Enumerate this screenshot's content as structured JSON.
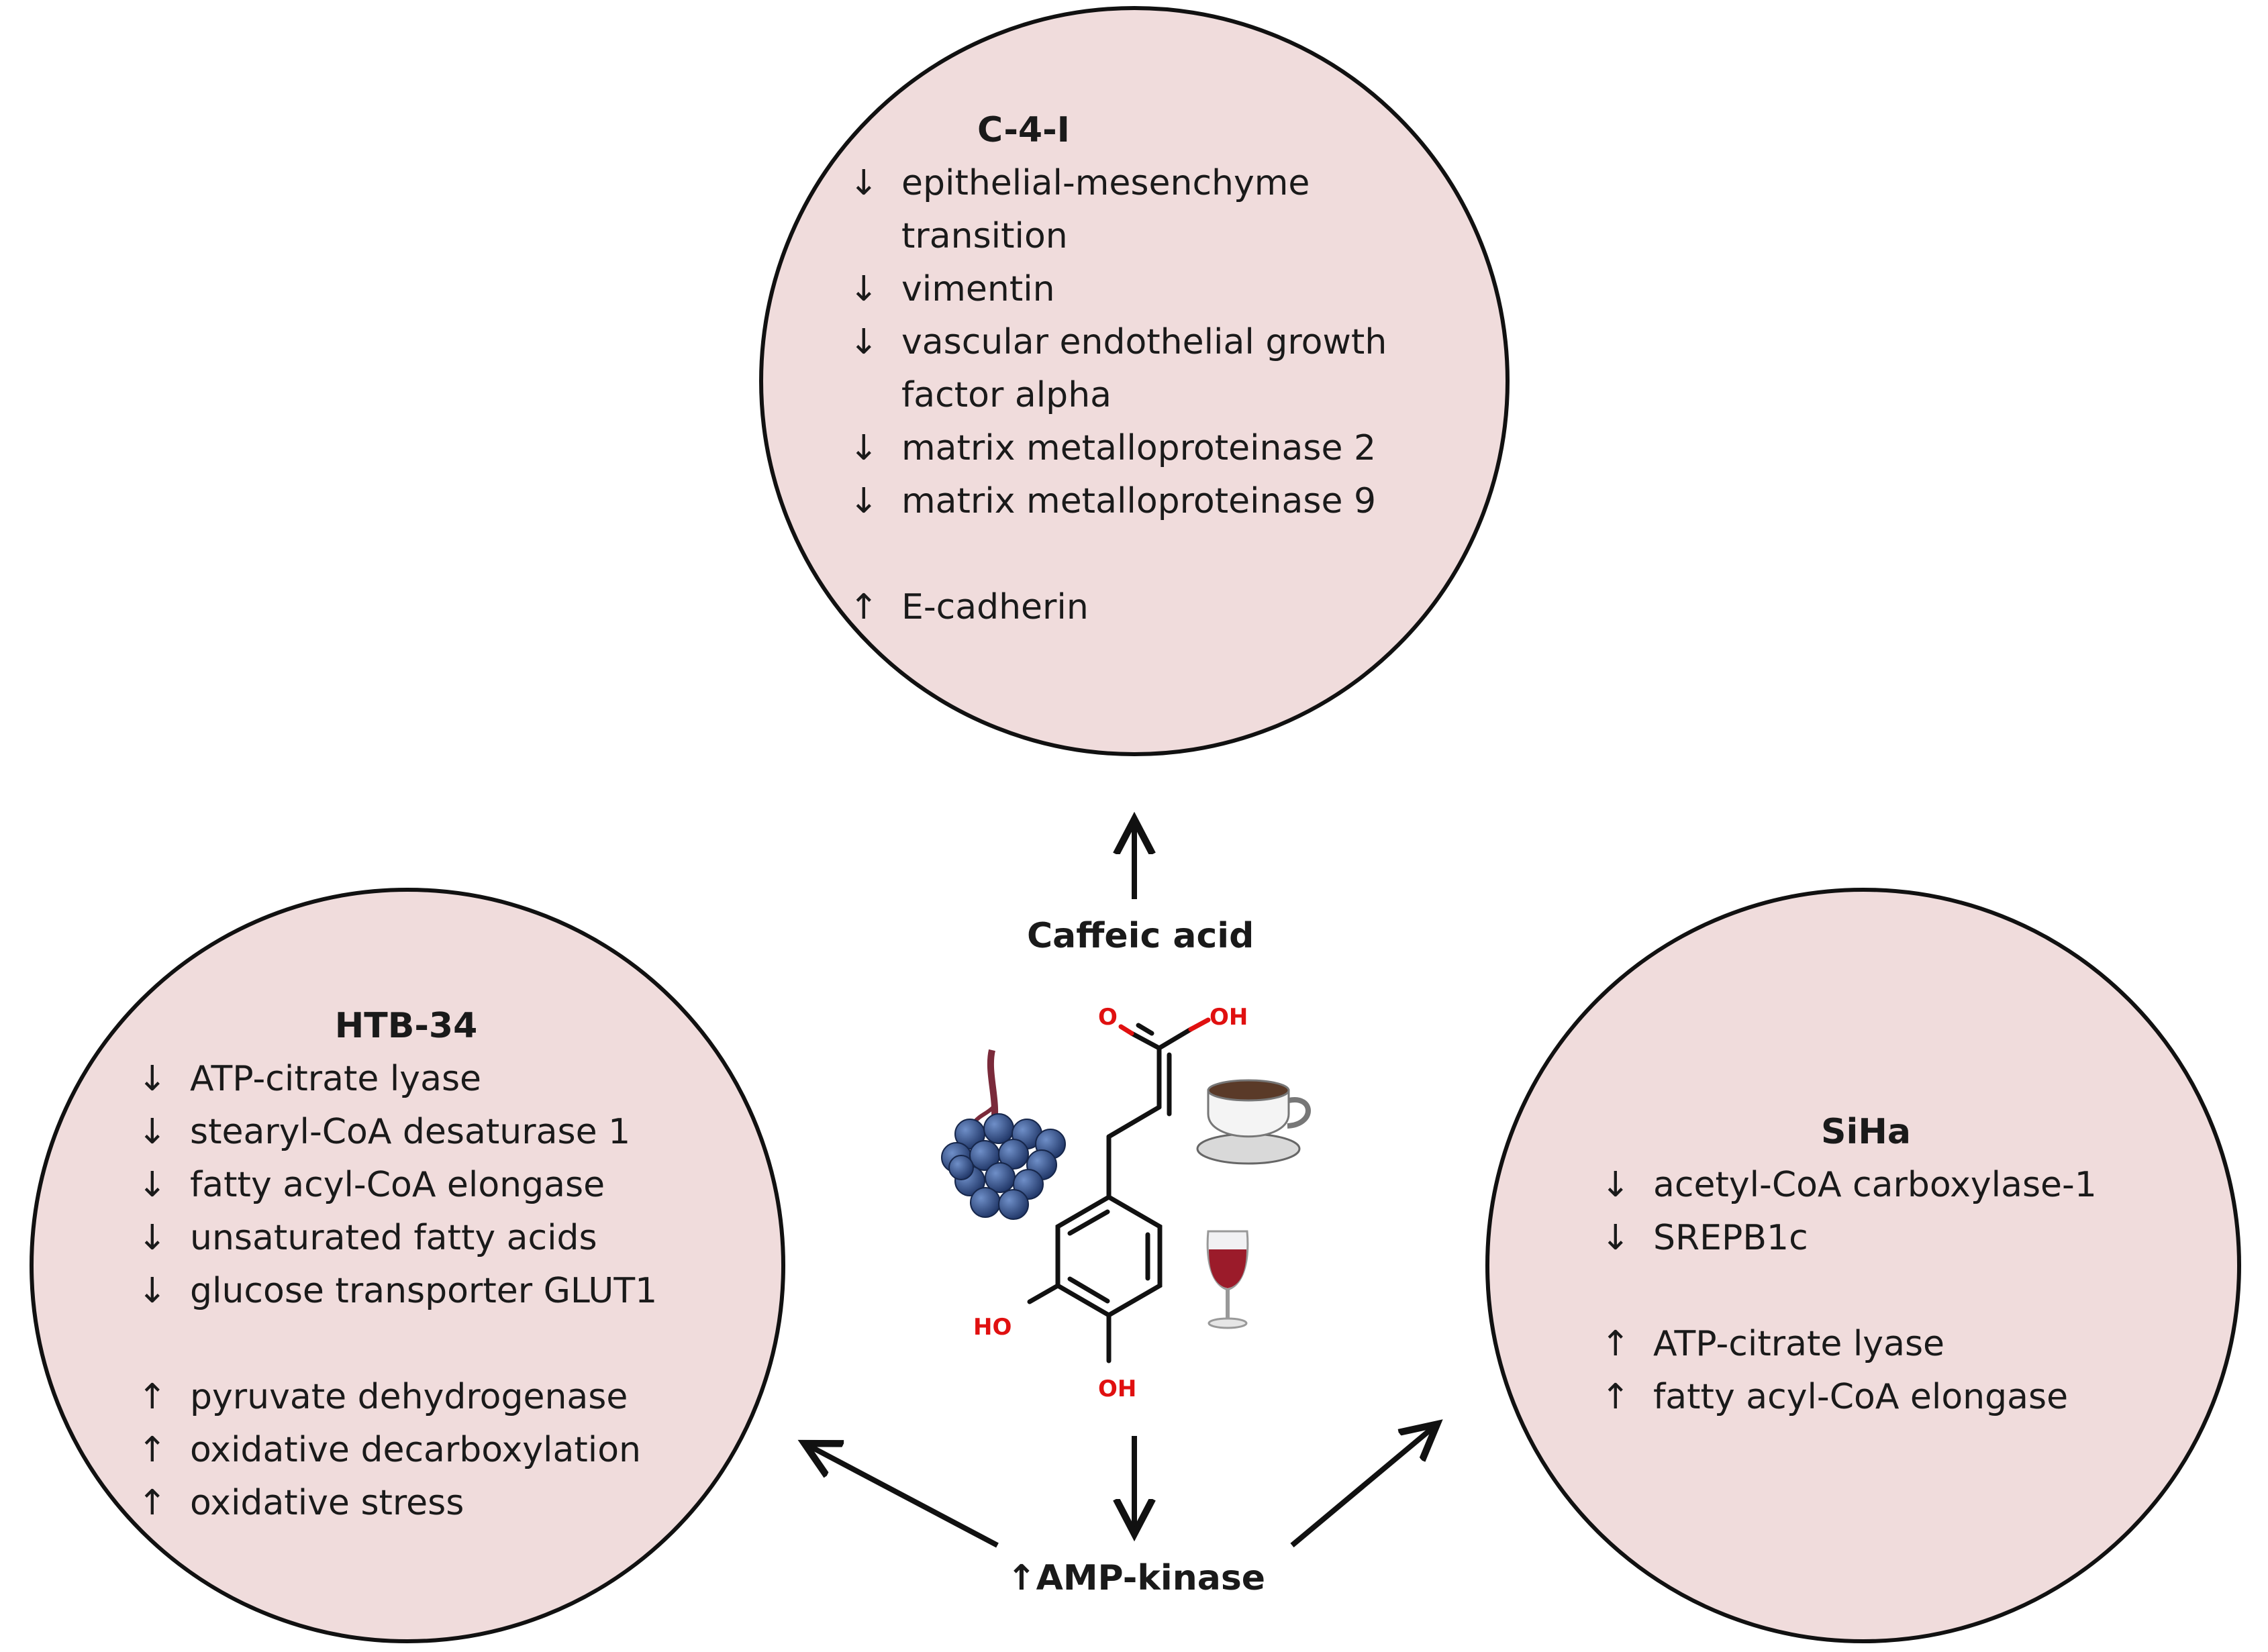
{
  "center": {
    "title": "Caffeic acid",
    "bottom_label": "↑AMP-kinase",
    "chem_labels": {
      "ketone_o": "O",
      "acid_oh": "OH",
      "ring_ho": "HO",
      "ring_oh": "OH"
    },
    "icons": [
      "blueberry-icon",
      "coffee-cup-icon",
      "wine-glass-icon"
    ]
  },
  "circles": {
    "top": {
      "title": "C-4-I",
      "items": [
        {
          "arrow": "↓",
          "text": "epithelial-mesenchyme transition"
        },
        {
          "arrow": "↓",
          "text": "vimentin"
        },
        {
          "arrow": "↓",
          "text": "vascular endothelial growth factor alpha"
        },
        {
          "arrow": "↓",
          "text": "matrix metalloproteinase 2"
        },
        {
          "arrow": "↓",
          "text": "matrix metalloproteinase 9"
        },
        {
          "arrow": "↑",
          "text": "E-cadherin"
        }
      ]
    },
    "left": {
      "title": "HTB-34",
      "items": [
        {
          "arrow": "↓",
          "text": "ATP-citrate lyase"
        },
        {
          "arrow": "↓",
          "text": "stearyl-CoA desaturase 1"
        },
        {
          "arrow": "↓",
          "text": "fatty acyl-CoA elongase"
        },
        {
          "arrow": "↓",
          "text": "unsaturated fatty acids"
        },
        {
          "arrow": "↓",
          "text": "glucose transporter GLUT1"
        },
        {
          "arrow": "↑",
          "text": "pyruvate dehydrogenase"
        },
        {
          "arrow": "↑",
          "text": "oxidative decarboxylation"
        },
        {
          "arrow": "↑",
          "text": "oxidative stress"
        }
      ]
    },
    "right": {
      "title": "SiHa",
      "items": [
        {
          "arrow": "↓",
          "text": "acetyl-CoA carboxylase-1"
        },
        {
          "arrow": "↓",
          "text": "SREPB1c"
        },
        {
          "arrow": "↑",
          "text": "ATP-citrate lyase"
        },
        {
          "arrow": "↑",
          "text": "fatty acyl-CoA elongase"
        }
      ]
    }
  },
  "colors": {
    "circle_fill": "#f0dcdc",
    "circle_stroke": "#111111",
    "heteroatom": "#e01010",
    "berry": "#2e4f8c",
    "wine": "#9b1b2a",
    "coffee": "#5a3a28"
  }
}
